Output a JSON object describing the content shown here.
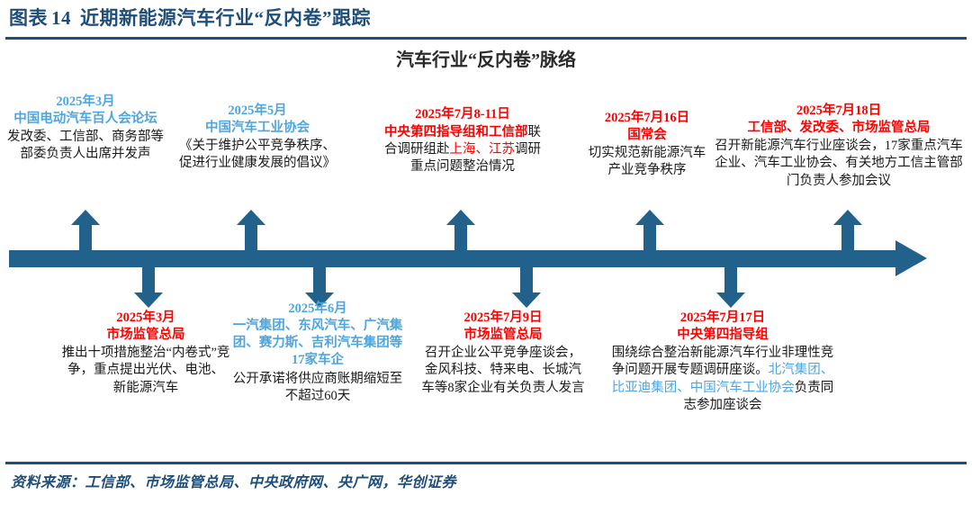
{
  "header": {
    "exhibit_label": "图表",
    "exhibit_number": "14",
    "title": "近期新能源汽车行业“反内卷”跟踪"
  },
  "chart": {
    "subtitle": "汽车行业“反内卷”脉络",
    "axis_direction": "left-to-right",
    "accent_color": "#21618C",
    "red_color": "#FF0000",
    "light_blue_color": "#4EA6DC",
    "header_color": "#1F4E79"
  },
  "events_above": [
    {
      "date": "2025年3月",
      "actor": "中国电动汽车百人会论坛",
      "header_color": "light-blue",
      "body": "发改委、工信部、商务部等部委负责人出席并发声"
    },
    {
      "date": "2025年5月",
      "actor": "中国汽车工业协会",
      "header_color": "light-blue",
      "body": "《关于维护公平竞争秩序、促进行业健康发展的倡议》"
    },
    {
      "date": "2025年7月8-11日",
      "actor": "中央第四指导组和工信部",
      "header_color": "red",
      "body_part1": "联合调研组赴",
      "body_highlight": "上海、江苏",
      "body_part2": "调研重点问题整治情况"
    },
    {
      "date": "2025年7月16日",
      "actor": "国常会",
      "header_color": "red",
      "body": "切实规范新能源汽车产业竞争秩序"
    },
    {
      "date": "2025年7月18日",
      "actor": "工信部、发改委、市场监管总局",
      "header_color": "red",
      "body": "召开新能源汽车行业座谈会，17家重点汽车企业、汽车工业协会、有关地方工信主管部门负责人参加会议"
    }
  ],
  "events_below": [
    {
      "date": "2025年3月",
      "actor": "市场监管总局",
      "header_color": "red",
      "body": "推出十项措施整治“内卷式”竞争，重点提出光伏、电池、新能源汽车"
    },
    {
      "date": "2025年6月",
      "actor": "一汽集团、东风汽车、广汽集团、赛力斯、吉利汽车集团等17家车企",
      "header_color": "light-blue",
      "body": "公开承诺将供应商账期缩短至不超过60天"
    },
    {
      "date": "2025年7月9日",
      "actor": "市场监管总局",
      "header_color": "red",
      "body": "召开企业公平竞争座谈会，金风科技、特来电、长城汽车等8家企业有关负责人发言"
    },
    {
      "date": "2025年7月17日",
      "actor": "中央第四指导组",
      "header_color": "red",
      "body_part1": "围绕综合整治新能源汽车行业非理性竞争问题开展专题调研座谈。",
      "body_highlight": "北汽集团、比亚迪集团、中国汽车工业协会",
      "body_part2": "负责同志参加座谈会"
    }
  ],
  "footer": {
    "source": "资料来源：工信部、市场监管总局、中央政府网、央广网，华创证券"
  }
}
